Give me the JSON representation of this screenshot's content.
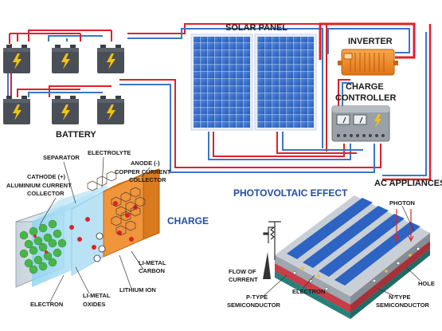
{
  "labels": {
    "solar_panel": "SOLAR PANEL",
    "inverter": "INVERTER",
    "charge_controller_1": "CHARGE",
    "charge_controller_2": "CONTROLLER",
    "battery": "BATTERY",
    "ac_appliances": "AC APPLIANCES",
    "photovoltaic_effect": "PHOTOVOLTAIC  EFFECT",
    "charge": "CHARGE",
    "separator": "SEPARATOR",
    "electrolyte": "ELECTROLYTE",
    "anode": "ANODE (-)",
    "copper_collector_1": "COPPER CURRENT",
    "copper_collector_2": "COLLECTOR",
    "cathode": "CATHODE (+)",
    "aluminium_collector_1": "ALUMINIUM CURRENT",
    "aluminium_collector_2": "COLLECTOR",
    "li_metal_carbon_1": "LI-METAL",
    "li_metal_carbon_2": "CARBON",
    "lithium_ion": "LITHIUM ION",
    "electron_left": "ELECTRON",
    "li_metal_oxides_1": "LI-METAL",
    "li_metal_oxides_2": "OXIDES",
    "photon": "PHOTON",
    "flow_of_current_1": "FLOW OF",
    "flow_of_current_2": "CURRENT",
    "electron_right": "ELECTRON",
    "hole": "HOLE",
    "p_type_1": "P-TYPE",
    "p_type_2": "SEMICONDUCTOR",
    "n_type_1": "N-TYPE",
    "n_type_2": "SEMICONDUCTOR"
  },
  "colors": {
    "wire_red": "#e0202a",
    "wire_blue": "#3a77c8",
    "panel_blue": "#2d63c2",
    "battery_dark": "#4a4f57",
    "bolt_yellow": "#f4c20d",
    "inverter_orange": "#f08a24",
    "controller_gray": "#8e949b",
    "title_blue": "#1d4fa3"
  }
}
